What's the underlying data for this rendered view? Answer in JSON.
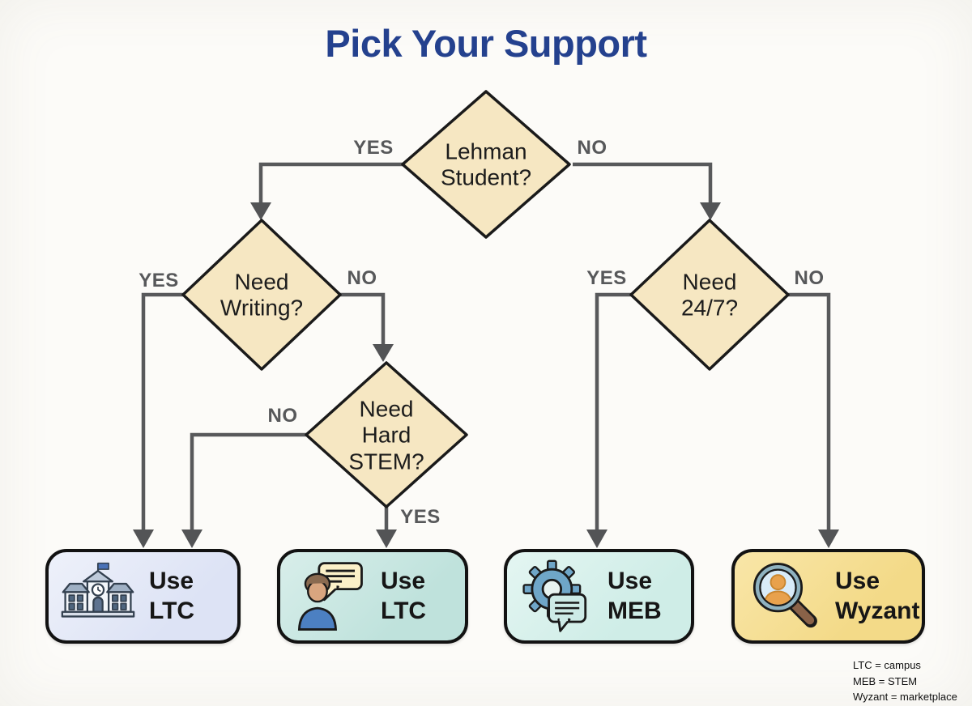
{
  "title": "Pick Your Support",
  "decisions": {
    "lehman": {
      "lines": [
        "Lehman",
        "Student?"
      ],
      "shape": "diamond"
    },
    "writing": {
      "lines": [
        "Need",
        "Writing?"
      ],
      "shape": "diamond"
    },
    "stem": {
      "lines": [
        "Need",
        "Hard",
        "STEM?"
      ],
      "shape": "diamond"
    },
    "always247": {
      "lines": [
        "Need",
        "24/7?"
      ],
      "shape": "diamond"
    }
  },
  "edges": {
    "lehman_yes": "YES",
    "lehman_no": "NO",
    "writing_yes": "YES",
    "writing_no": "NO",
    "stem_no": "NO",
    "stem_yes": "YES",
    "always_yes": "YES",
    "always_no": "NO"
  },
  "results": [
    {
      "icon": "school-building-icon",
      "label_lines": [
        "Use",
        "LTC"
      ]
    },
    {
      "icon": "tutor-chat-icon",
      "label_lines": [
        "Use",
        "LTC"
      ]
    },
    {
      "icon": "gear-chat-icon",
      "label_lines": [
        "Use",
        "MEB"
      ]
    },
    {
      "icon": "magnifier-person-icon",
      "label_lines": [
        "Use",
        "Wyzant"
      ]
    }
  ],
  "legend": [
    "LTC = campus",
    "MEB = STEM",
    "Wyzant = marketplace"
  ],
  "colors": {
    "title": "#24418E",
    "diamond_fill": "#F6E7C2",
    "diamond_border": "#1A1A1A",
    "connector": "#58595B",
    "edge_label": "#57585A",
    "box_ltc_campus_fill": "#DDE3F5",
    "box_ltc_tutor_fill": "#C5E5DF",
    "box_meb_fill": "#D5EFE9",
    "box_wyzant_fill": "#F4DC8D",
    "box_border": "#121212",
    "background": "#FCFBF8"
  }
}
